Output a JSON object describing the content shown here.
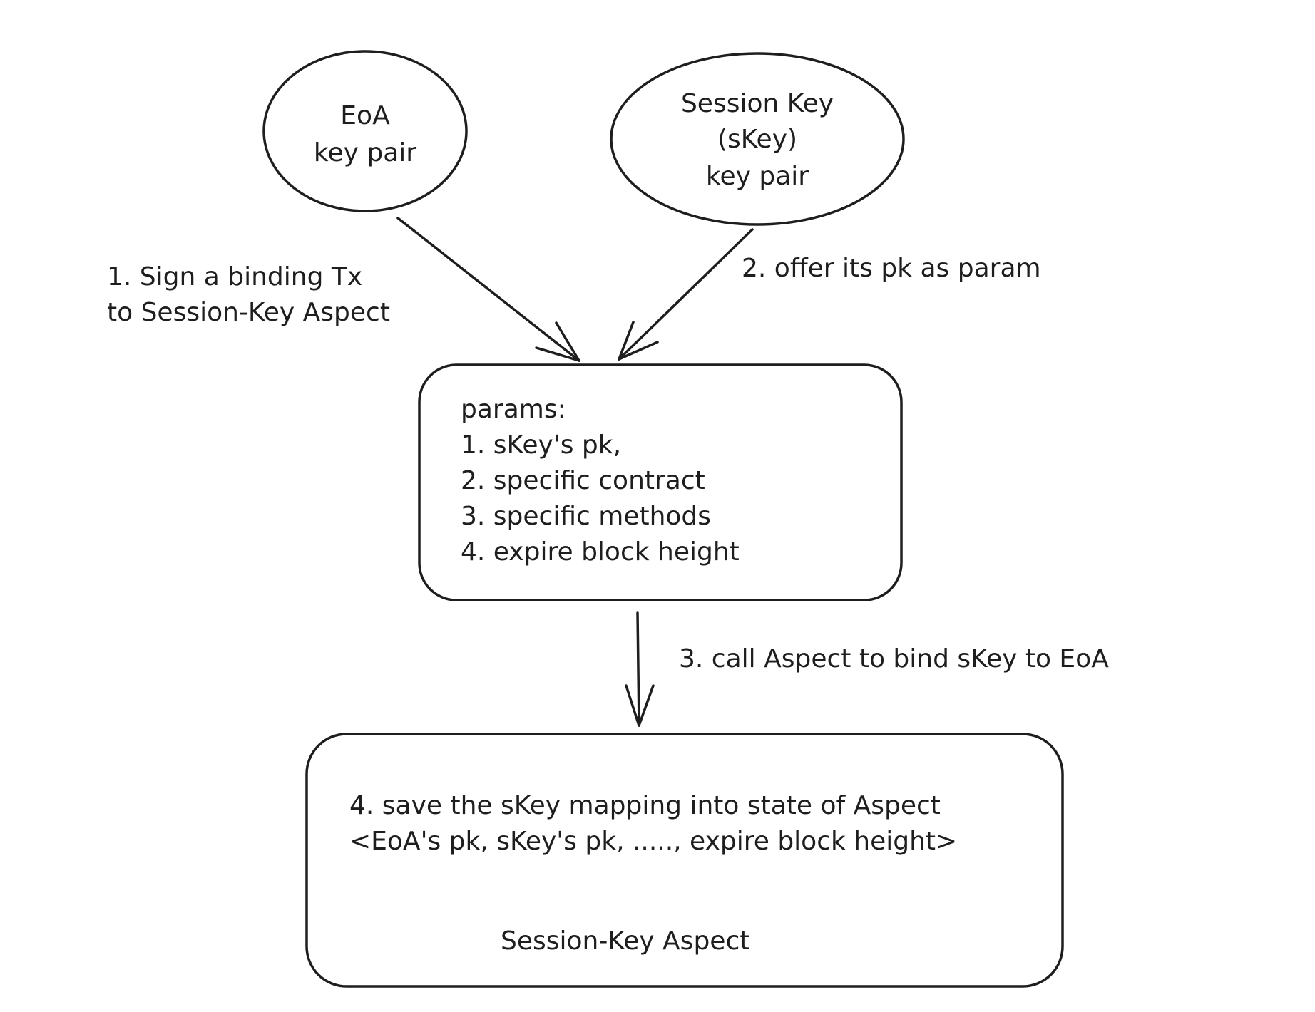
{
  "nodes": {
    "eoa": {
      "lines": [
        "EoA",
        "key pair"
      ]
    },
    "session_key": {
      "lines": [
        "Session Key",
        "(sKey)",
        "key pair"
      ]
    },
    "params": {
      "lines": [
        "params:",
        "1. sKey's pk,",
        "2. specific contract",
        "3. specific methods",
        "4. expire block height"
      ]
    },
    "aspect": {
      "lines": [
        "4. save the sKey mapping into state of Aspect",
        "<EoA's pk, sKey's pk, ....., expire block height>"
      ],
      "name": "Session-Key Aspect"
    }
  },
  "edges": {
    "sign": {
      "lines": [
        "1. Sign a binding Tx",
        "to Session-Key Aspect"
      ]
    },
    "offer": {
      "label": "2. offer its pk as param"
    },
    "call": {
      "label": "3. call Aspect to bind sKey to EoA"
    }
  }
}
